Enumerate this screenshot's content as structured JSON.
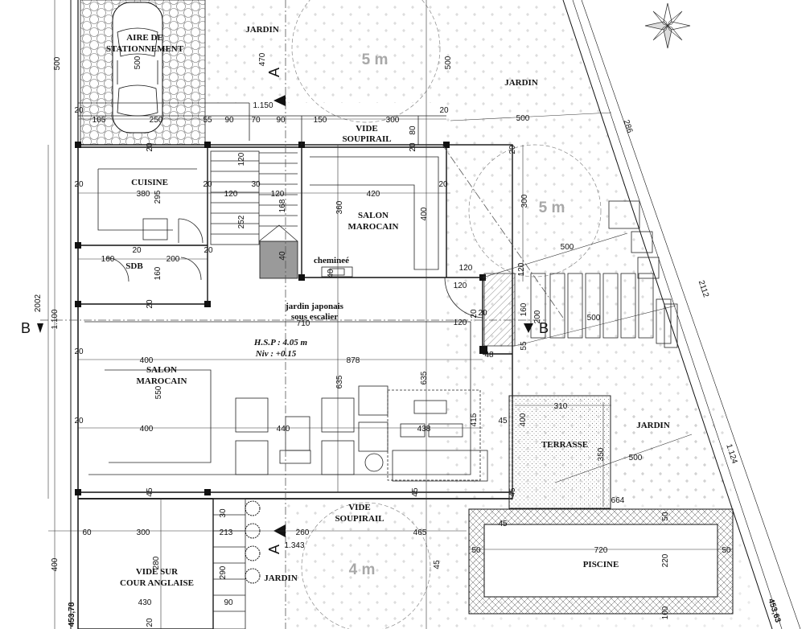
{
  "rooms": {
    "jardin_top": "JARDIN",
    "aire_line1": "AIRE DE",
    "aire_line2": "STATIONNEMENT",
    "jardin_right": "JARDIN",
    "vide_top_1": "VIDE",
    "vide_top_2": "SOUPIRAIL",
    "cuisine": "CUISINE",
    "salon_top_1": "SALON",
    "salon_top_2": "MAROCAIN",
    "cheminee": "chemineé",
    "sdb": "SDB",
    "jardin_japonais_1": "jardin japonais",
    "jardin_japonais_2": "sous escalier",
    "salon_main_1": "SALON",
    "salon_main_2": "MAROCAIN",
    "hsp": "H.S.P : 4.05 m",
    "niv": "Niv : +0.15",
    "terrasse": "TERRASSE",
    "jardin_mid_right": "JARDIN",
    "vide_bottom_1": "VIDE",
    "vide_bottom_2": "SOUPIRAIL",
    "piscine": "PISCINE",
    "vide_cour_1": "VIDE SUR",
    "vide_cour_2": "COUR ANGLAISE",
    "jardin_bottom": "JARDIN"
  },
  "radius_labels": {
    "top": "5 m",
    "right": "5 m",
    "bottom": "4 m"
  },
  "section_marks": {
    "a_top": "A",
    "a_bottom": "A",
    "b_left": "B",
    "b_right": "B"
  },
  "dimensions": {
    "d_105": "105",
    "d_250": "250",
    "d_55": "55",
    "d_90a": "90",
    "d_70": "70",
    "d_90b": "90",
    "d_150": "150",
    "d_300top": "300",
    "d_20a": "20",
    "d_20b": "20",
    "d_1150": "1.150",
    "d_500top": "500",
    "d_470": "470",
    "d_500l": "500",
    "d_500car": "500",
    "d_500r": "500",
    "d_20c": "20",
    "d_80": "80",
    "d_20d": "20",
    "d_500diag1": "500",
    "d_286": "286",
    "d_380": "380",
    "d_295": "295",
    "d_120a": "120",
    "d_30": "30",
    "d_120b": "120",
    "d_120c": "120",
    "d_420": "420",
    "d_360": "360",
    "d_400v": "400",
    "d_20e": "20",
    "d_20f": "20",
    "d_252": "252",
    "d_168": "168",
    "d_40a": "40",
    "d_40b": "40",
    "d_300v": "300",
    "d_20g": "20",
    "d_500diag2": "500",
    "d_120d": "120",
    "d_120e": "120",
    "d_160l": "160",
    "d_200": "200",
    "d_20h": "20",
    "d_20i": "20",
    "d_20j": "20",
    "d_160v": "160",
    "d_20k": "20",
    "d_120f": "120",
    "d_20m": "20",
    "d_160r": "160",
    "d_200r": "200",
    "d_500diag3": "500",
    "d_2112": "2112",
    "d_710": "710",
    "d_400a": "400",
    "d_878": "878",
    "d_48": "48",
    "d_55b": "55",
    "d_2002": "2002",
    "d_1100": "1.100",
    "d_550": "550",
    "d_635a": "635",
    "d_635b": "635",
    "d_20n": "20",
    "d_400b": "400",
    "d_440": "440",
    "d_438": "438",
    "d_415": "415",
    "d_45a": "45",
    "d_400c": "400",
    "d_310": "310",
    "d_350": "350",
    "d_500diag4": "500",
    "d_1124": "1.124",
    "d_20p": "20",
    "d_45b": "45",
    "d_45c": "45",
    "d_45d": "45",
    "d_664": "664",
    "d_60": "60",
    "d_300b": "300",
    "d_213": "213",
    "d_260": "260",
    "d_465": "465",
    "d_1343": "1.343",
    "d_45e": "45",
    "d_50a": "50",
    "d_50b": "50",
    "d_720": "720",
    "d_50c": "50",
    "d_220": "220",
    "d_100": "100",
    "d_30v": "30",
    "d_400d": "400",
    "d_280": "280",
    "d_290": "290",
    "d_430": "430",
    "d_90c": "90",
    "d_20q": "20",
    "d_45378": "453,78",
    "d_45363": "453,63",
    "d_45f": "45",
    "d_20r": "20",
    "d_20s": "20",
    "d_20t": "20"
  }
}
